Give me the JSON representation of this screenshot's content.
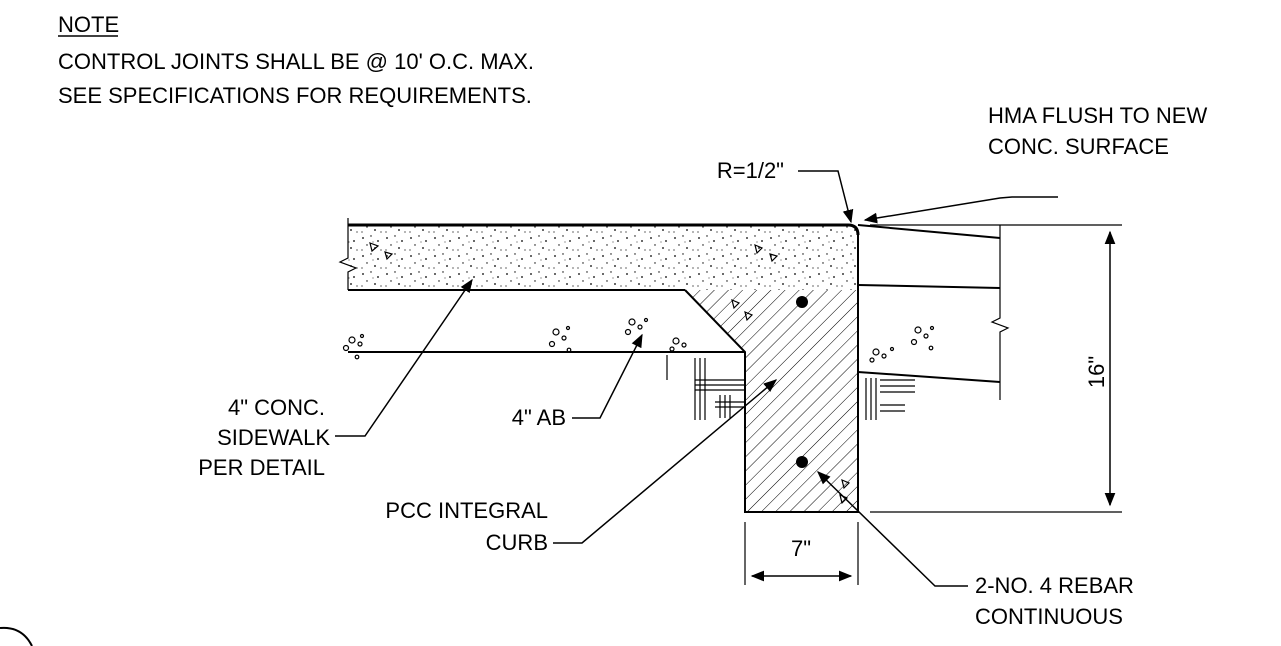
{
  "note": {
    "heading": "NOTE",
    "line1": "CONTROL JOINTS SHALL BE @ 10' O.C. MAX.",
    "line2": "SEE SPECIFICATIONS FOR REQUIREMENTS."
  },
  "labels": {
    "hma_line1": "HMA FLUSH TO NEW",
    "hma_line2": "CONC. SURFACE",
    "radius": "R=1/2\"",
    "sidewalk_line1": "4\" CONC.",
    "sidewalk_line2": "SIDEWALK",
    "sidewalk_line3": "PER DETAIL",
    "base": "4\" AB",
    "curb_line1": "PCC INTEGRAL",
    "curb_line2": "CURB",
    "rebar_line1": "2-NO. 4 REBAR",
    "rebar_line2": "CONTINUOUS",
    "width_dim": "7\"",
    "height_dim": "16\""
  }
}
